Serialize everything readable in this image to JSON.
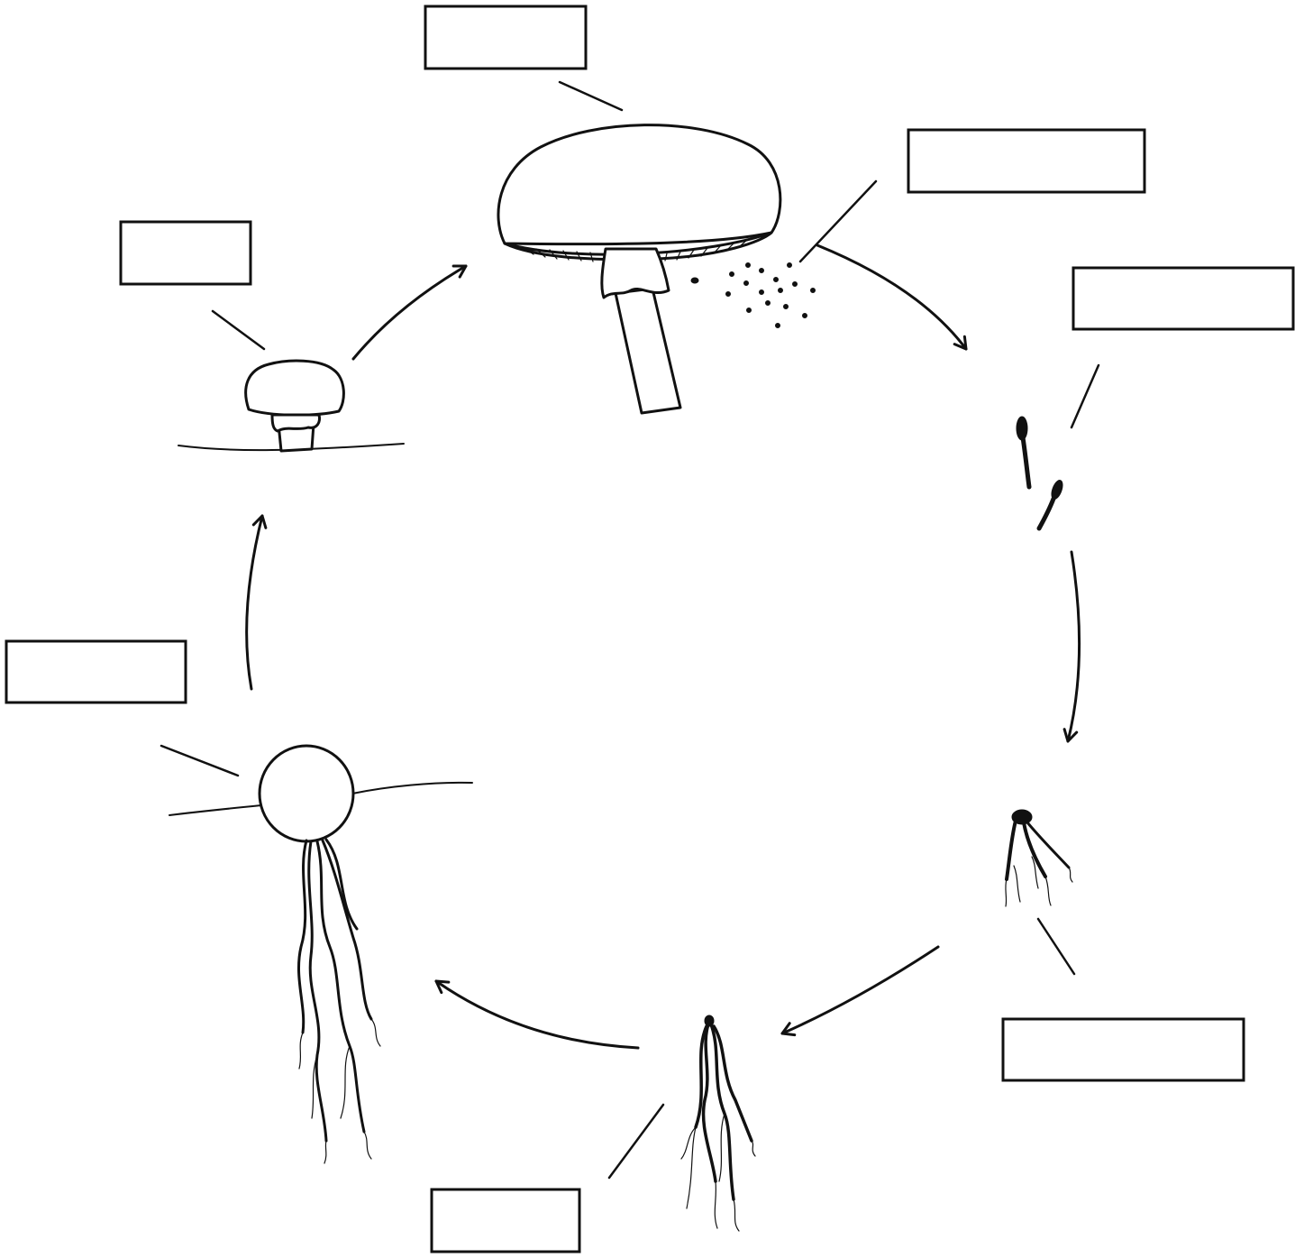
{
  "diagram": {
    "kind": "mushroom life cycle (unlabelled worksheet)",
    "stages": [
      {
        "name": "mature-mushroom",
        "label": ""
      },
      {
        "name": "spores",
        "label": ""
      },
      {
        "name": "germinating-spores",
        "label": ""
      },
      {
        "name": "hyphae",
        "label": ""
      },
      {
        "name": "mycelium",
        "label": ""
      },
      {
        "name": "button-stage",
        "label": ""
      },
      {
        "name": "pinhead",
        "label": ""
      },
      {
        "name": "young-mushroom",
        "label": ""
      }
    ]
  }
}
